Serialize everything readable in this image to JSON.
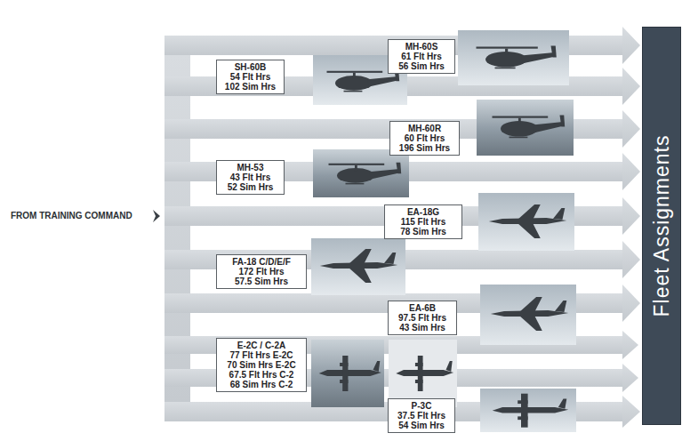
{
  "diagram": {
    "nodes": [
      {
        "text": [
          "MH-60S",
          "61 Flt Hrs",
          "56 Sim Hrs"
        ]
      },
      {
        "text": [
          "SH-60B",
          "54 Flt Hrs",
          "102 Sim Hrs"
        ]
      },
      {
        "text": [
          "MH-60R",
          "60 Flt Hrs",
          "196 Sim Hrs"
        ]
      },
      {
        "text": [
          "MH-53",
          "43 Flt Hrs",
          "52 Sim Hrs"
        ]
      },
      {
        "text": [
          "EA-18G",
          "115 Flt Hrs",
          "78 Sim Hrs"
        ]
      },
      {
        "text": [
          "FA-18 C/D/E/F",
          "172 Flt Hrs",
          "57.5 Sim Hrs"
        ]
      },
      {
        "text": [
          "EA-6B",
          "97.5 Flt Hrs",
          "43 Sim Hrs"
        ]
      },
      {
        "text": [
          "E-2C / C-2A",
          "77 Flt Hrs E-2C",
          "70 Sim Hrs E-2C",
          "67.5 Flt Hrs C-2",
          "68 Sim Hrs C-2"
        ]
      },
      {
        "text": [
          "P-3C",
          "37.5 Flt Hrs",
          "54 Sim Hrs"
        ]
      },
      {
        "text": [
          "Fleet Assignments"
        ]
      }
    ],
    "labels": [
      "FROM TRAINING COMMAND"
    ]
  }
}
